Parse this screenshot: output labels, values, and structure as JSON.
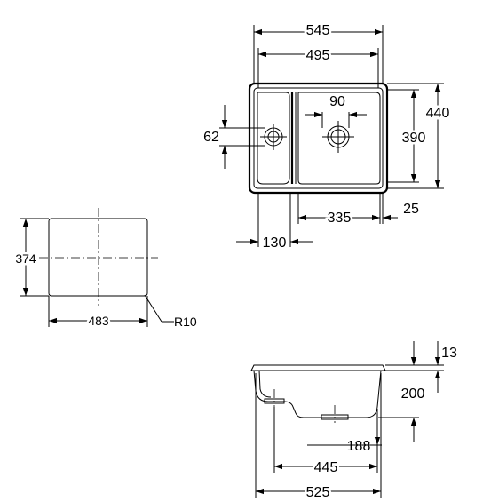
{
  "top_view": {
    "overall_width": "545",
    "inner_width": "495",
    "drain_spacing": "90",
    "overall_depth": "440",
    "inner_depth": "390",
    "drain_offset": "62",
    "main_bowl_width": "335",
    "right_margin": "25",
    "small_bowl_width": "130"
  },
  "cutout_view": {
    "height": "374",
    "width": "483",
    "radius": "R10"
  },
  "side_view": {
    "rim_thickness": "13",
    "bowl_depth": "200",
    "small_bowl_depth": "188",
    "bottom_width": "445",
    "overall_width": "525"
  }
}
